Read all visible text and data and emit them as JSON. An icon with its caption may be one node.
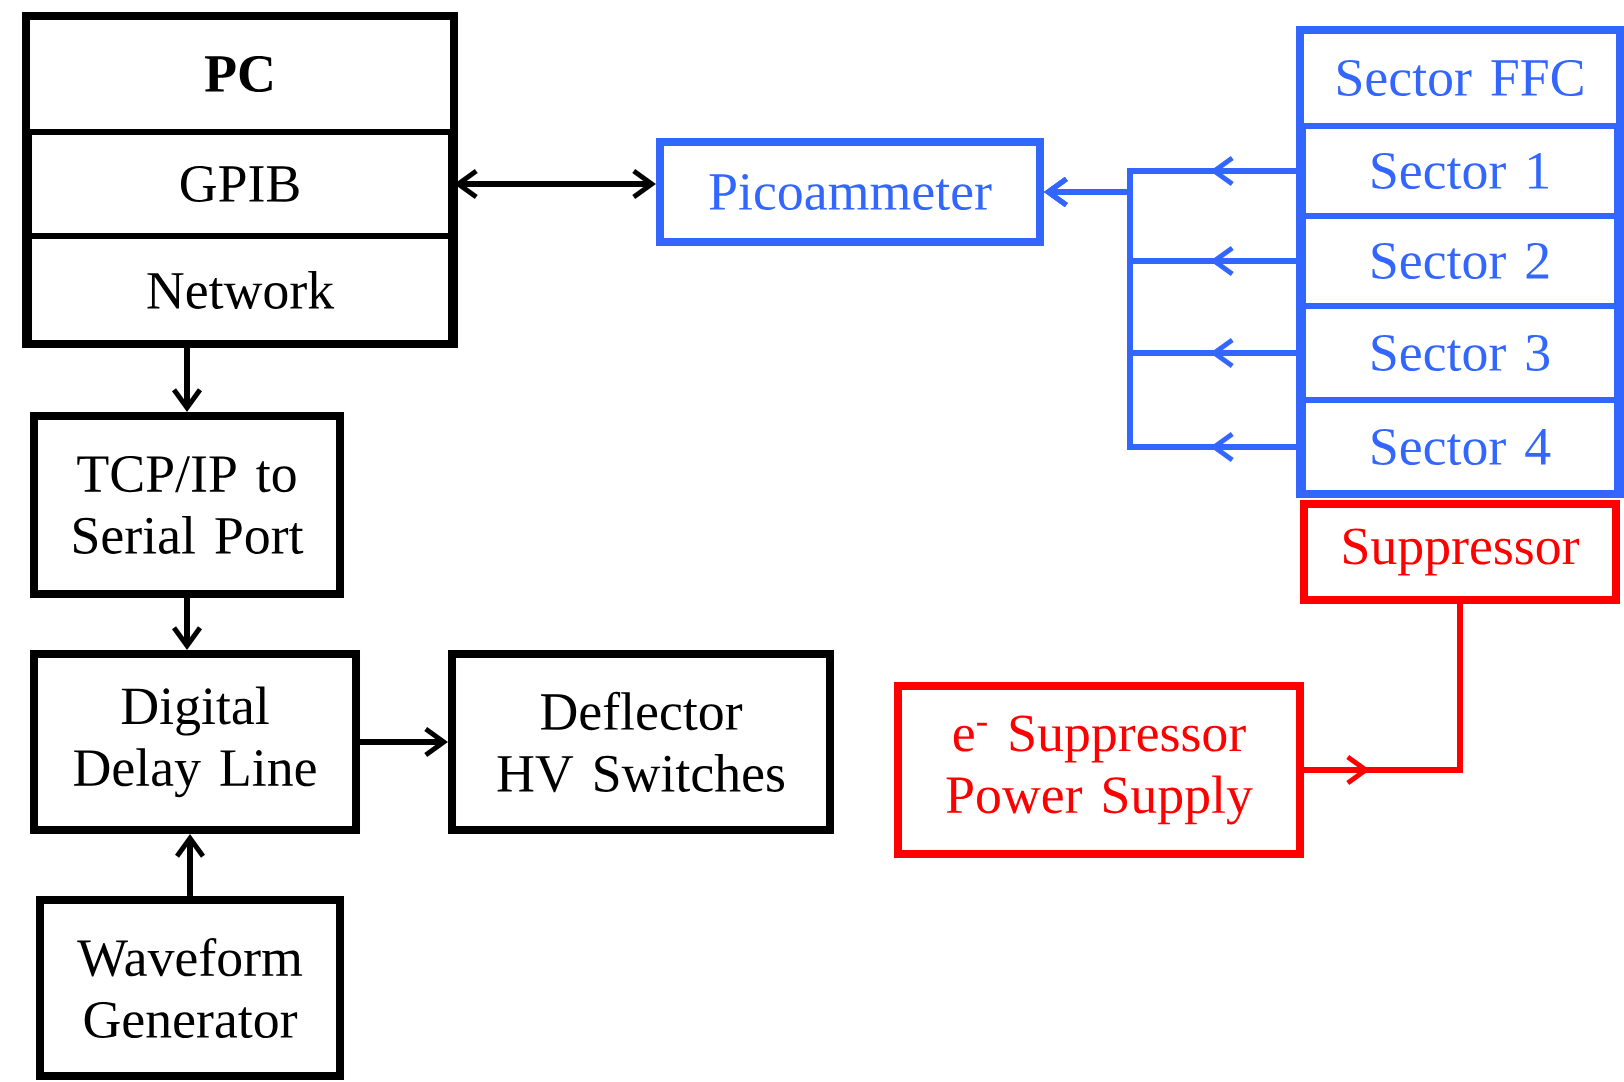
{
  "diagram": {
    "nodes": [
      {
        "text": [
          "PC"
        ]
      },
      {
        "text": [
          "GPIB"
        ],
        "in": 0
      },
      {
        "text": [
          "Network"
        ],
        "in": 0
      },
      {
        "text": [
          "Picoammeter"
        ]
      },
      {
        "text": [
          "Sector FFC"
        ]
      },
      {
        "text": [
          "Sector 1"
        ],
        "in": 4
      },
      {
        "text": [
          "Sector 2"
        ],
        "in": 4
      },
      {
        "text": [
          "Sector 3"
        ],
        "in": 4
      },
      {
        "text": [
          "Sector 4"
        ],
        "in": 4
      },
      {
        "text": [
          "TCP/IP to Serial Port"
        ]
      },
      {
        "text": [
          "Suppressor"
        ]
      },
      {
        "text": [
          "Digital Delay Line"
        ]
      },
      {
        "text": [
          "Deflector HV Switches"
        ]
      },
      {
        "text": [
          "e$^{-}$ Suppressor Power Supply"
        ]
      },
      {
        "text": [
          "Waveform Generator"
        ]
      }
    ],
    "edges": [
      {
        "from": 1,
        "to": 3,
        "arrow": "both"
      },
      {
        "from": 5,
        "to": 3,
        "arrow": "to",
        "color": "#3366ff"
      },
      {
        "from": 6,
        "to": 3,
        "arrow": "to",
        "color": "#3366ff"
      },
      {
        "from": 7,
        "to": 3,
        "arrow": "to",
        "color": "#3366ff"
      },
      {
        "from": 8,
        "to": 3,
        "arrow": "to",
        "color": "#3366ff"
      },
      {
        "from": 2,
        "to": 9,
        "arrow": "to"
      },
      {
        "from": 9,
        "to": 11,
        "arrow": "to"
      },
      {
        "from": 11,
        "to": 12,
        "arrow": "to"
      },
      {
        "from": 14,
        "to": 11,
        "arrow": "to"
      },
      {
        "from": 13,
        "to": 10,
        "arrow": "to",
        "color": "#ff0000"
      }
    ]
  }
}
